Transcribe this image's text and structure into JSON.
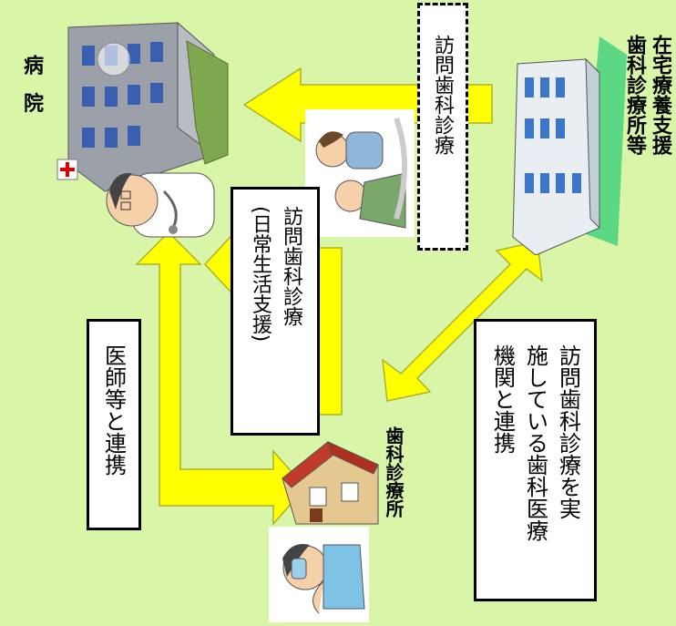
{
  "labels": {
    "hospital": "病 院",
    "support_clinic_line1": "在宅療養支援",
    "support_clinic_line2": "歯科診療所等",
    "dental_clinic": "歯科診療所",
    "doctor_collab": "医師等と連携",
    "home_visit_top": "訪問歯科診療",
    "home_visit_daily_line1": "訪問歯科診療",
    "home_visit_daily_line2": "(日常生活支援)",
    "collab_line1": "訪問歯科診療を実",
    "collab_line2": "施している歯科医療",
    "collab_line3": "機関と連携"
  },
  "colors": {
    "background": "#d9f5a8",
    "arrow_fill": "#ffff00",
    "arrow_stroke": "#9ea82a"
  }
}
